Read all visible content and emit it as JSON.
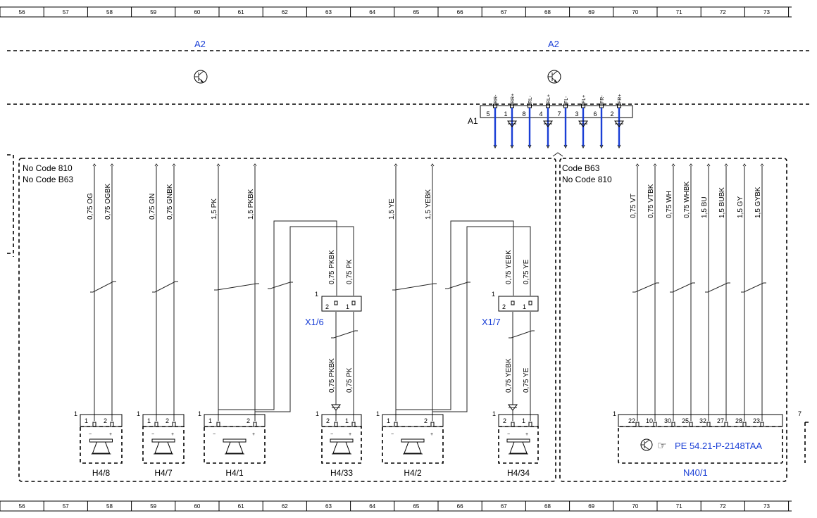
{
  "grid_columns": [
    "56",
    "57",
    "58",
    "59",
    "60",
    "61",
    "62",
    "63",
    "64",
    "65",
    "66",
    "67",
    "68",
    "69",
    "70",
    "71",
    "72",
    "73"
  ],
  "modules": {
    "a2_left": "A2",
    "a2_right": "A2",
    "a1": "A1"
  },
  "a1_terminals": [
    {
      "name": "RR-",
      "pin": "5"
    },
    {
      "name": "RR+",
      "pin": "1"
    },
    {
      "name": "RL-",
      "pin": "8"
    },
    {
      "name": "RL+",
      "pin": "4"
    },
    {
      "name": "FL-",
      "pin": "7"
    },
    {
      "name": "FL+",
      "pin": "3"
    },
    {
      "name": "FR-",
      "pin": "6"
    },
    {
      "name": "FR+",
      "pin": "2"
    }
  ],
  "sections": {
    "left": {
      "line1": "No Code 810",
      "line2": "No Code B63"
    },
    "right": {
      "line1": "Code B63",
      "line2": "No Code 810"
    }
  },
  "wires_top_left": [
    "0,75 OG",
    "0,75 OGBK",
    "0,75 GN",
    "0,75 GNBK",
    "1,5 PK",
    "1,5 PKBK",
    "1,5 YE",
    "1,5 YEBK"
  ],
  "wires_right": [
    "0,75 VT",
    "0,75 VTBK",
    "0,75 WH",
    "0,75 WHBK",
    "1,5 BU",
    "1,5 BUBK",
    "1,5 GY",
    "1,5 GYBK"
  ],
  "connectors": {
    "x16": {
      "label": "X1/6",
      "top_wires": [
        "0,75 PKBK",
        "0,75 PK"
      ],
      "bottom_wires": [
        "0,75 PKBK",
        "0,75 PK"
      ],
      "pins": [
        "2",
        "1"
      ],
      "mark": "1"
    },
    "x17": {
      "label": "X1/7",
      "top_wires": [
        "0,75 YEBK",
        "0,75 YE"
      ],
      "bottom_wires": [
        "0,75 YEBK",
        "0,75 YE"
      ],
      "pins": [
        "2",
        "1"
      ],
      "mark": "1"
    }
  },
  "speakers": [
    {
      "label": "H4/8",
      "pins": [
        "1",
        "2"
      ],
      "mark": "1"
    },
    {
      "label": "H4/7",
      "pins": [
        "1",
        "2"
      ],
      "mark": "1"
    },
    {
      "label": "H4/1",
      "pins": [
        "1",
        "2"
      ],
      "mark": "1"
    },
    {
      "label": "H4/33",
      "pins": [
        "2",
        "1"
      ],
      "mark": "1"
    },
    {
      "label": "H4/2",
      "pins": [
        "1",
        "2"
      ],
      "mark": "1"
    },
    {
      "label": "H4/34",
      "pins": [
        "2",
        "1"
      ],
      "mark": "1"
    }
  ],
  "amplifier": {
    "label": "N40/1",
    "mark": "1",
    "pins": [
      "22",
      "10",
      "30",
      "25",
      "32",
      "27",
      "28",
      "23"
    ],
    "ref": "PE 54.21-P-2148TAA"
  },
  "edge_mark": "7"
}
